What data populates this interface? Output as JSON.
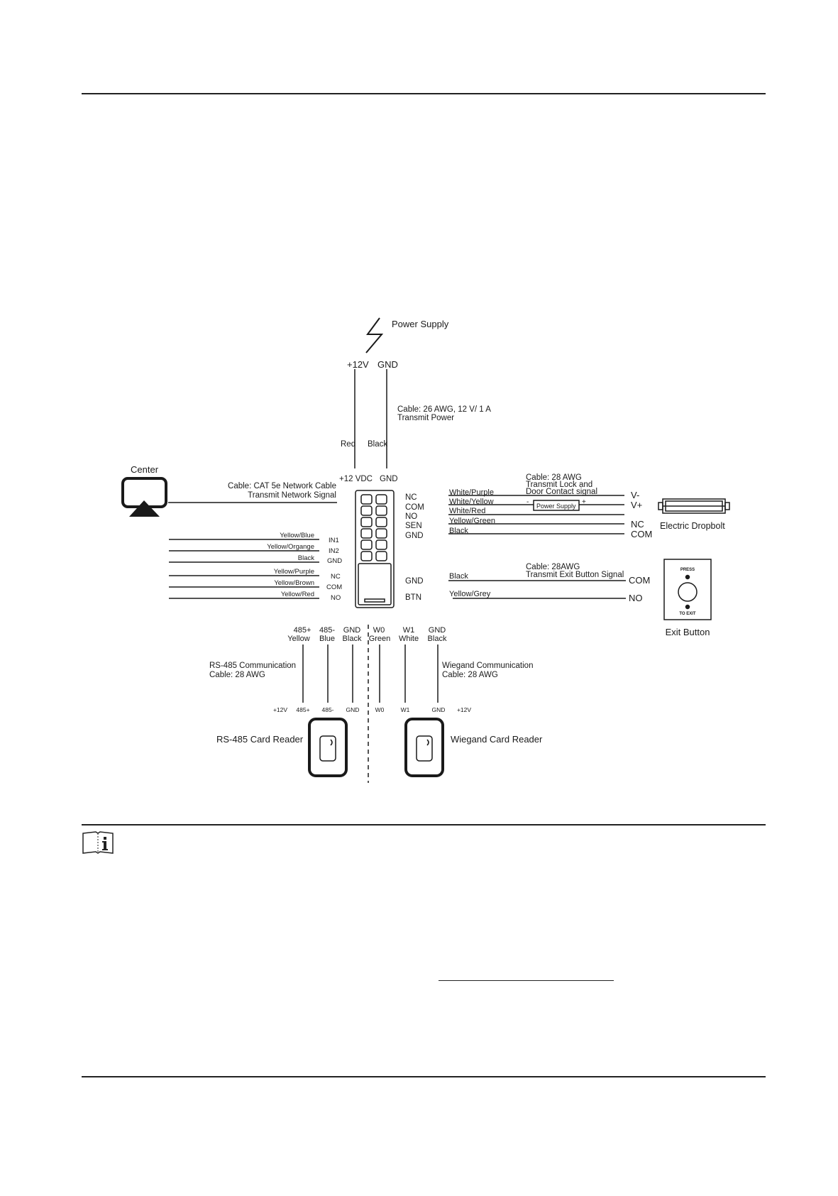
{
  "power": {
    "title": "Power Supply",
    "plus12v": "+12V",
    "gnd": "GND",
    "cable_line1": "Cable: 26 AWG, 12 V/ 1 A",
    "cable_line2": "Transmit Power",
    "wire_red": "Red",
    "wire_black": "Black",
    "term_12vdc": "+12 VDC",
    "term_gnd": "GND"
  },
  "center": {
    "label": "Center",
    "cable_line1": "Cable: CAT 5e Network Cable",
    "cable_line2": "Transmit Network Signal"
  },
  "lock_cable": {
    "line1": "Cable: 28 AWG",
    "line2": "Transmit Lock and",
    "line3": "Door Contact signal"
  },
  "controller_terms_right": [
    "NC",
    "COM",
    "NO",
    "SEN",
    "GND"
  ],
  "lock_wires": [
    "White/Purple",
    "White/Yellow",
    "White/Red",
    "Yellow/Green",
    "Black"
  ],
  "power_supply_box": {
    "label": "Power Supply",
    "minus": "-",
    "plus": "+"
  },
  "dropbolt": {
    "label": "Electric Dropbolt",
    "v_minus": "V-",
    "v_plus": "V+",
    "nc": "NC",
    "com": "COM"
  },
  "inputs": {
    "wires": [
      "Yellow/Blue",
      "Yellow/Organge",
      "Black",
      "Yellow/Purple",
      "Yellow/Brown",
      "Yellow/Red"
    ],
    "terms": [
      "IN1",
      "IN2",
      "GND",
      "NC",
      "COM",
      "NO"
    ]
  },
  "exit": {
    "term_gnd": "GND",
    "term_btn": "BTN",
    "cable_line1": "Cable: 28AWG",
    "cable_line2": "Transmit  Exit Button Signal",
    "wire_black": "Black",
    "wire_yg": "Yellow/Grey",
    "com": "COM",
    "no": "NO",
    "press": "PRESS",
    "to_exit": "TO EXIT",
    "label": "Exit Button"
  },
  "bottom_terms": {
    "top": [
      "485+",
      "485-",
      "GND",
      "W0",
      "W1",
      "GND"
    ],
    "colors": [
      "Yellow",
      "Blue",
      "Black",
      "Green",
      "White",
      "Black"
    ]
  },
  "rs485": {
    "cable_line1": "RS-485 Communication",
    "cable_line2": "Cable: 28 AWG",
    "reader_terms": [
      "+12V",
      "485+",
      "485-",
      "GND"
    ],
    "label": "RS-485 Card Reader"
  },
  "wiegand": {
    "cable_line1": "Wiegand Communication",
    "cable_line2": "Cable: 28 AWG",
    "reader_terms": [
      "W0",
      "W1",
      "GND",
      "+12V"
    ],
    "label": "Wiegand Card Reader"
  }
}
